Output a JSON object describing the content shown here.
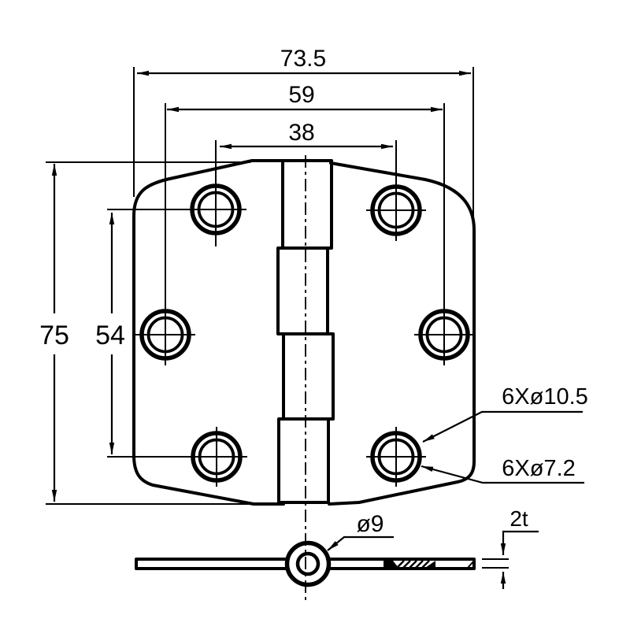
{
  "colors": {
    "background": "#ffffff",
    "line": "#000000"
  },
  "top_view": {
    "dim_width_overall": "73.5",
    "dim_width_mid_holes": "59",
    "dim_width_top_holes": "38",
    "dim_height_overall": "75",
    "dim_height_hole_span": "54",
    "callout_countersink": "6Xø10.5",
    "callout_pilot_hole": "6Xø7.2"
  },
  "side_view": {
    "dim_knuckle_diameter": "ø9",
    "dim_thickness": "2t"
  }
}
